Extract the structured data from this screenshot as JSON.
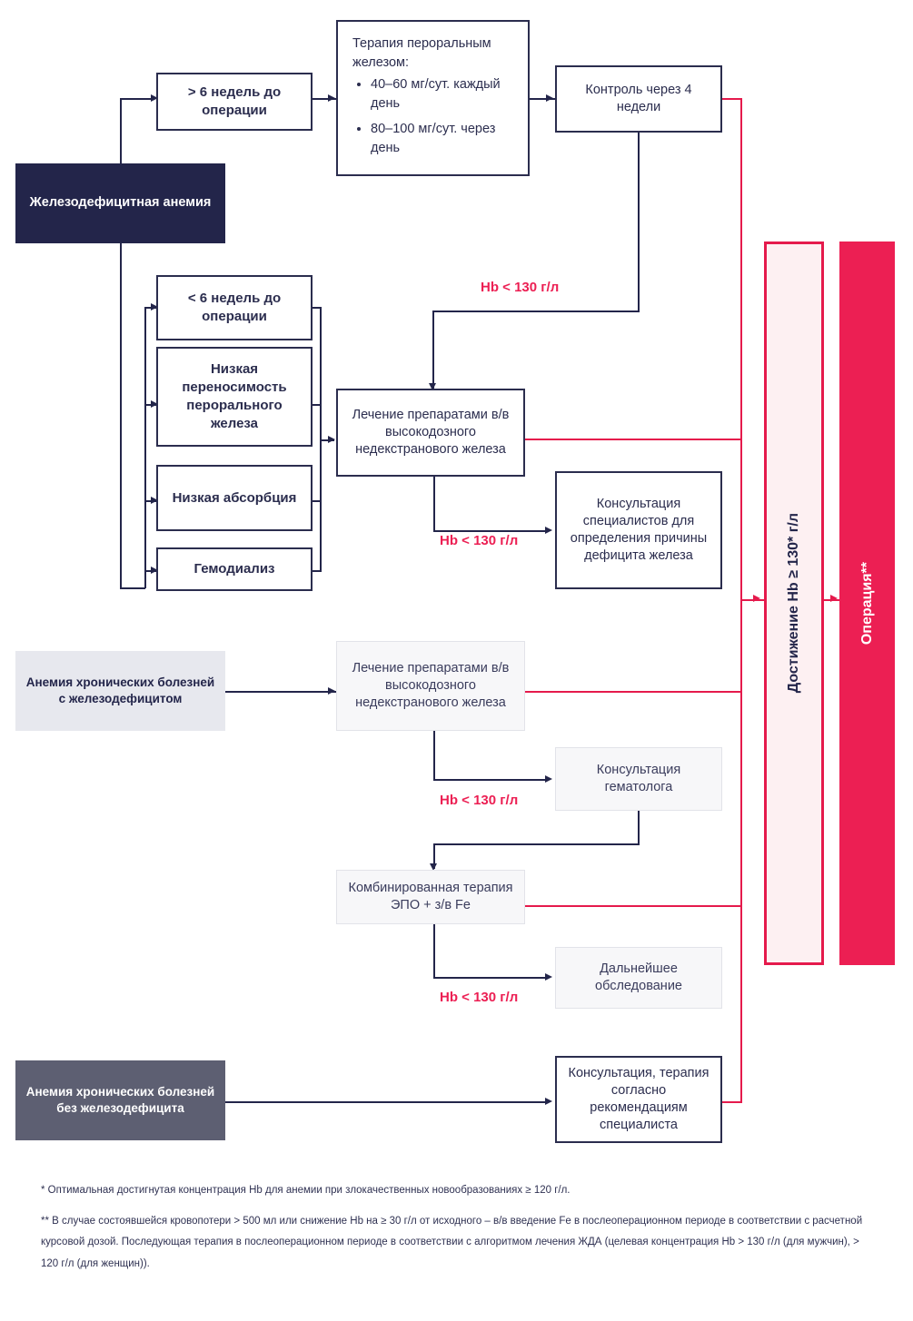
{
  "nodes": {
    "ida": "Железодефицитная анемия",
    "gt6weeks": "> 6 недель до операции",
    "oral_header": "Терапия пероральным железом:",
    "oral_b1": "40–60 мг/сут. каждый день",
    "oral_b2": "80–100 мг/сут. через день",
    "control4w": "Контроль через 4 недели",
    "lt6weeks": "< 6 недель до операции",
    "low_tolerance": "Низкая переносимость перорального железа",
    "low_absorption": "Низкая абсорбция",
    "hemodialysis": "Гемодиализ",
    "iv_iron_1": "Лечение препаратами в/в высокодозного недекстранового железа",
    "specialist_consult": "Консультация специалистов для определения причины дефицита железа",
    "acd_with": "Анемия хронических болезней с железодефицитом",
    "iv_iron_2": "Лечение препаратами в/в высокодозного недекстранового железа",
    "hematologist": "Консультация гематолога",
    "combined": "Комбинированная терапия ЭПО + з/в Fe",
    "further_exam": "Дальнейшее обследование",
    "acd_without": "Анемия хронических болезней без железодефицита",
    "consult_therapy": "Консультация, терапия согласно рекомендациям специалиста"
  },
  "outcome": {
    "achieve_hb": "Достижение Hb ≥ 130* г/л",
    "operation": "Операция**"
  },
  "labels": {
    "hb_low_1": "Hb < 130 г/л",
    "hb_low_2": "Hb < 130 г/л",
    "hb_low_3": "Hb < 130 г/л",
    "hb_low_4": "Hb < 130 г/л"
  },
  "footnotes": {
    "note1": "* Оптимальная достигнутая концентрация Hb для анемии при злокачественных новообразованиях ≥ 120 г/л.",
    "note2": "** В случае состоявшейся кровопотери > 500 мл или снижение Hb на ≥ 30 г/л от исходного – в/в введение Fe в послеоперационном периоде в соответствии с расчетной курсовой дозой. Последующая терапия в послеоперационном периоде в соответствии с алгоритмом лечения ЖДА (целевая концентрация Hb > 130 г/л (для мужчин), > 120 г/л (для женщин))."
  },
  "colors": {
    "navy": "#23254a",
    "slate": "#5d5f72",
    "light_grey": "#e7e8ee",
    "crimson": "#ec1f53",
    "crimson_line": "#e51a4c",
    "pale_pink": "#fdf0f2"
  }
}
